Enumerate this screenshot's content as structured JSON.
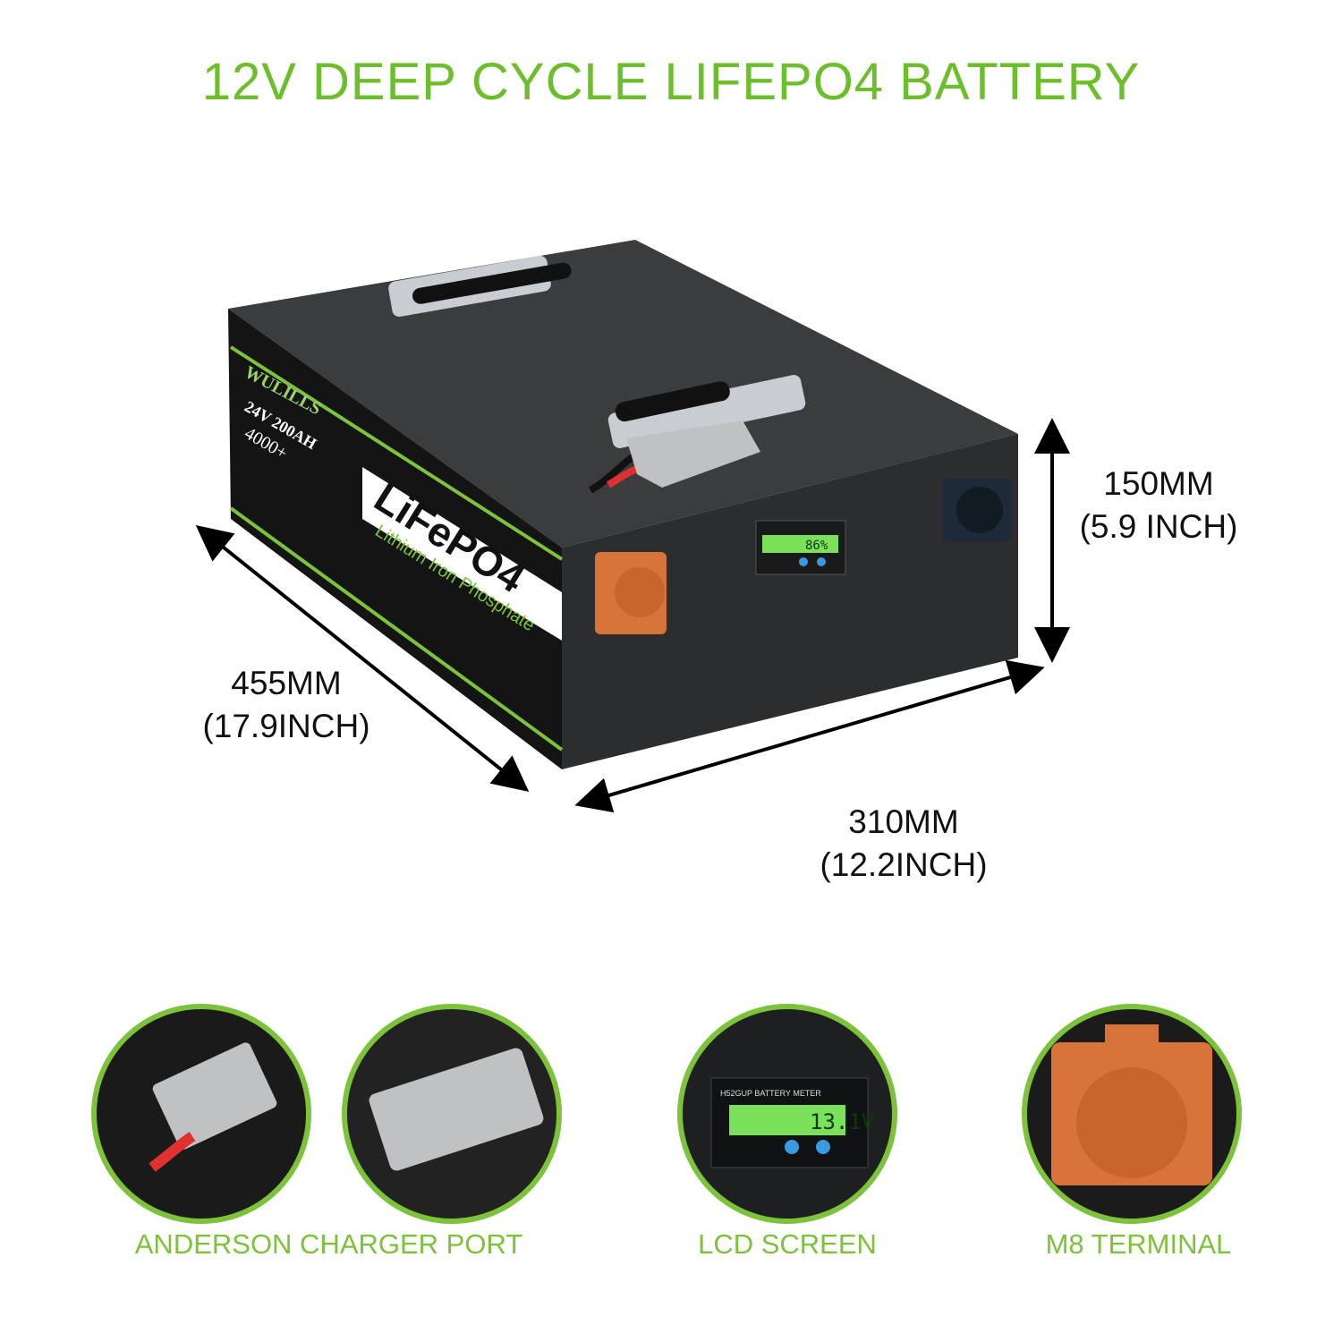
{
  "title": "12V DEEP CYCLE LIFEPO4 BATTERY",
  "dimensions": {
    "height": {
      "mm": "150MM",
      "inch": "(5.9 INCH)"
    },
    "length": {
      "mm": "455MM",
      "inch": "(17.9INCH)"
    },
    "width": {
      "mm": "310MM",
      "inch": "(12.2INCH)"
    }
  },
  "battery_label": {
    "brand": "WULILLS",
    "spec": "24V 200AH",
    "cycles": "4000+",
    "chemistry": "LiFePO4",
    "chemistry_full": "Lithium Iron Phosphate",
    "meter_title": "H52GUP BATTERY METER",
    "meter_reading": "86%"
  },
  "details": [
    {
      "caption": "ANDERSON CHARGER PORT"
    },
    {
      "caption": "LCD SCREEN",
      "meter_title": "H52GUP BATTERY METER",
      "meter_reading": "13.1V"
    },
    {
      "caption": "M8 TERMINAL"
    }
  ],
  "colors": {
    "accent": "#6cbf2a",
    "body": "#2b2d2e",
    "terminal": "#d8743a",
    "lcd": "#7be05a"
  }
}
